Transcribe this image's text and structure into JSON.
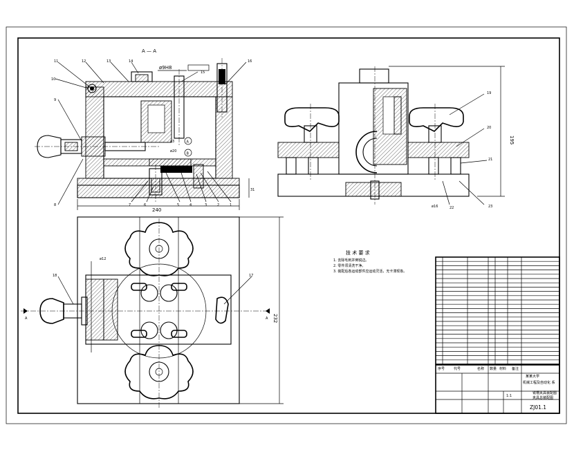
{
  "section_label": "A — A",
  "fit_label": "ø9H8",
  "dims": {
    "width_240": "240",
    "height_31": "31",
    "height_195": "195",
    "height_232": "232",
    "d16": "ø16",
    "d12": "ø12",
    "d3": "ø3",
    "d20": "ø20"
  },
  "datum_a": "A",
  "datum_b": "B",
  "section_arrow_a": "A",
  "part_numbers_left": [
    "11",
    "12",
    "13",
    "14",
    "15",
    "16",
    "10",
    "9",
    "8",
    "7",
    "6",
    "5",
    "4",
    "3",
    "2",
    "1"
  ],
  "part_numbers_right": [
    "19",
    "20",
    "21",
    "22",
    "23"
  ],
  "part_numbers_plan": [
    "18",
    "17"
  ],
  "tech_requirements": {
    "title": "技 术 要 求",
    "lines": [
      "1. 去除毛刺并倒锐边。",
      "2. 零件须清洗干净。",
      "3. 装配后各运动部件应运动灵活，无卡滞现象。"
    ]
  },
  "title_block": {
    "school": "某某大学",
    "subtitle": "机械工程及自动化 系",
    "drawing_title": "铣槽夹具装配图",
    "sub_title2": "夹具总装配图",
    "scale": "1:1",
    "sheet_no": "ZJ01.1"
  },
  "bom_headers": [
    "序号",
    "代号",
    "名称",
    "数量",
    "材料",
    "备注"
  ]
}
